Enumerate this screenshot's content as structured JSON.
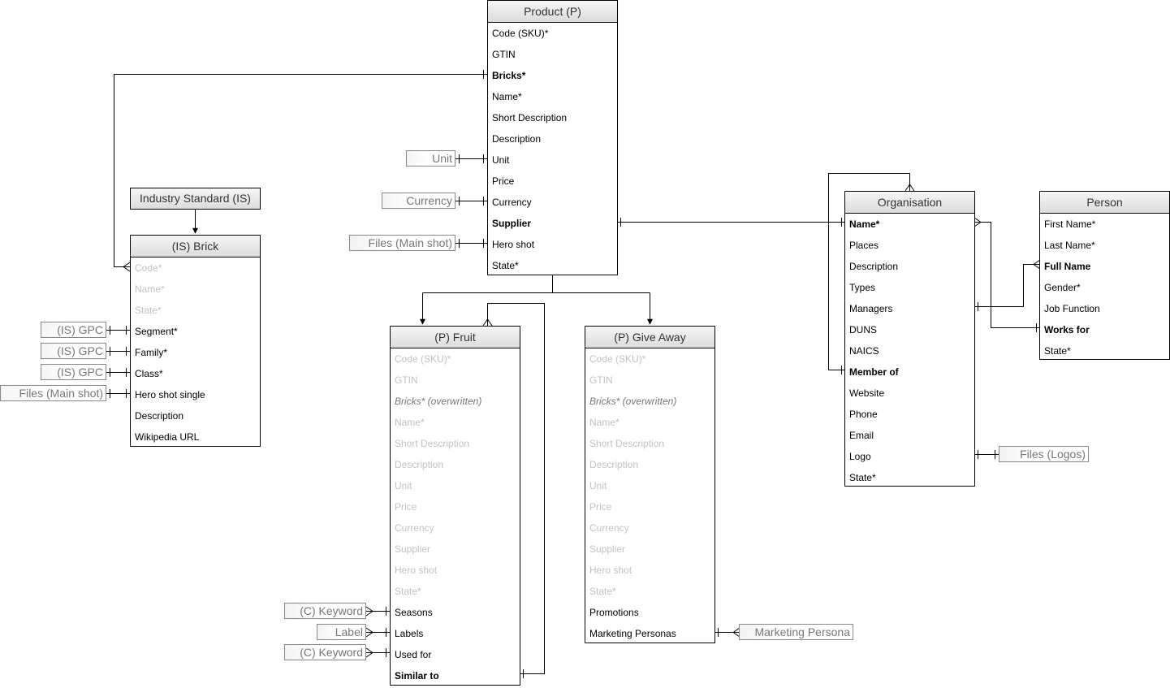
{
  "industry_standard": {
    "label": "Industry Standard (IS)"
  },
  "entities": {
    "product": {
      "title": "Product (P)",
      "rows": [
        "Code (SKU)*",
        "GTIN",
        "Bricks*",
        "Name*",
        "Short Description",
        "Description",
        "Unit",
        "Price",
        "Currency",
        "Supplier",
        "Hero shot",
        "State*"
      ]
    },
    "brick": {
      "title": "(IS) Brick",
      "rows": [
        "Code*",
        "Name*",
        "State*",
        "Segment*",
        "Family*",
        "Class*",
        "Hero shot single",
        "Description",
        "Wikipedia URL"
      ]
    },
    "fruit": {
      "title": "(P) Fruit",
      "rows": [
        "Code (SKU)*",
        "GTIN",
        "Bricks* (overwritten)",
        "Name*",
        "Short Description",
        "Description",
        "Unit",
        "Price",
        "Currency",
        "Supplier",
        "Hero shot",
        "State*",
        "Seasons",
        "Labels",
        "Used for",
        "Similar to"
      ]
    },
    "giveaway": {
      "title": "(P) Give Away",
      "rows": [
        "Code (SKU)*",
        "GTIN",
        "Bricks* (overwritten)",
        "Name*",
        "Short Description",
        "Description",
        "Unit",
        "Price",
        "Currency",
        "Supplier",
        "Hero shot",
        "State*",
        "Promotions",
        "Marketing Personas"
      ]
    },
    "organisation": {
      "title": "Organisation",
      "rows": [
        "Name*",
        "Places",
        "Description",
        "Types",
        "Managers",
        "DUNS",
        "NAICS",
        "Member of",
        "Website",
        "Phone",
        "Email",
        "Logo",
        "State*"
      ]
    },
    "person": {
      "title": "Person",
      "rows": [
        "First Name*",
        "Last Name*",
        "Full Name",
        "Gender*",
        "Job Function",
        "Works for",
        "State*"
      ]
    }
  },
  "tags": {
    "unit": "Unit",
    "currency": "Currency",
    "files_main_shot_product": "Files (Main shot)",
    "is_gpc_segment": "(IS) GPC",
    "is_gpc_family": "(IS) GPC",
    "is_gpc_class": "(IS) GPC",
    "files_main_shot_brick": "Files (Main shot)",
    "keyword_seasons": "(C) Keyword",
    "label": "Label",
    "keyword_used_for": "(C) Keyword",
    "marketing_persona": "Marketing Persona",
    "files_logos": "Files (Logos)"
  }
}
